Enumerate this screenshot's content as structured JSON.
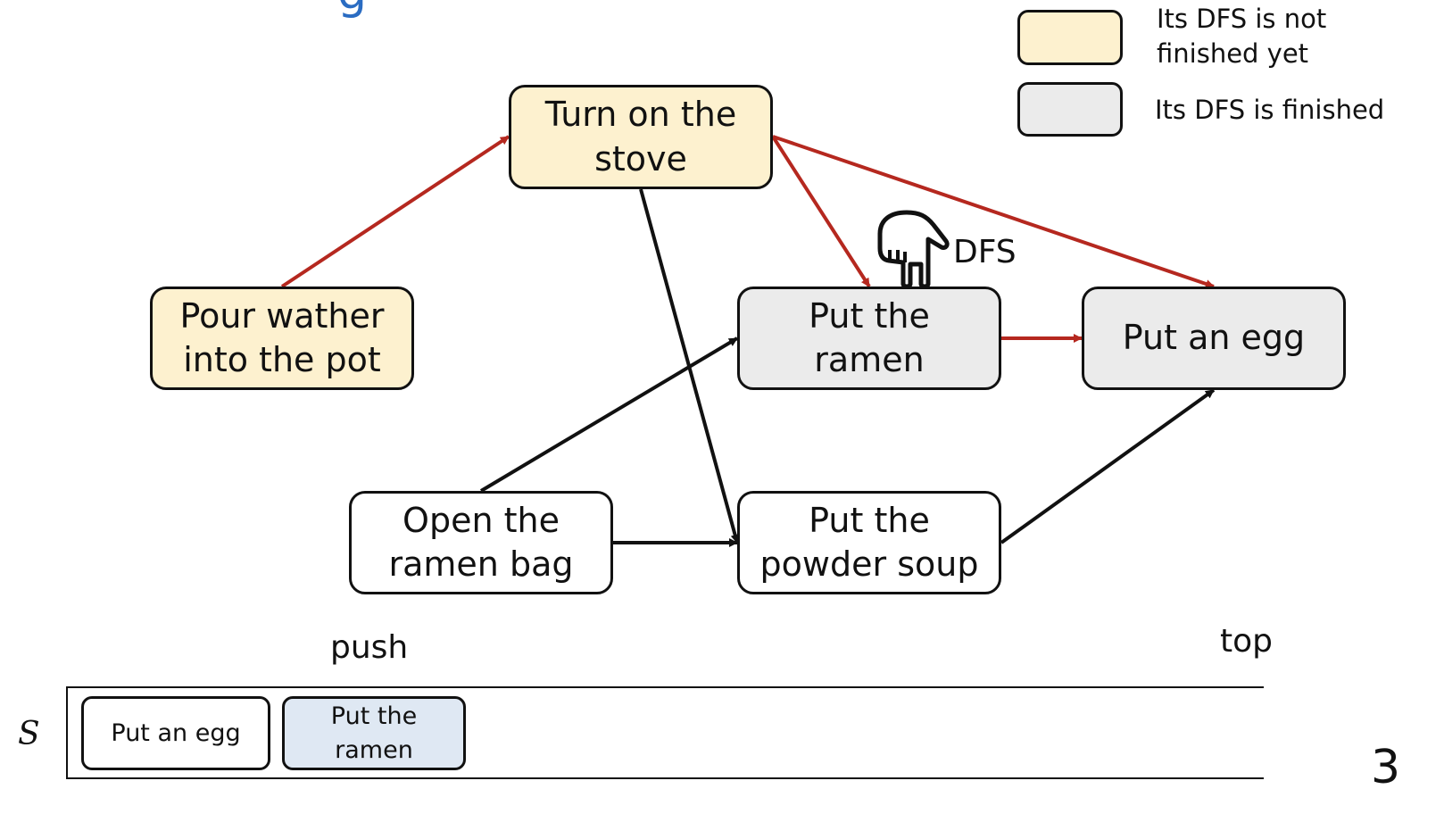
{
  "heading_fragment": "g",
  "colors": {
    "unfinished": "#fdf1cf",
    "finished": "#ebebeb",
    "highlight": "#dfe8f3",
    "dfs_edge": "#b5281f",
    "edge": "#111111",
    "heading": "#2a6cc2"
  },
  "legend": [
    {
      "state": "unfinished",
      "text": "Its DFS is not\nfinished yet"
    },
    {
      "state": "finished",
      "text": "Its DFS is finished"
    }
  ],
  "nodes": {
    "pour_water": {
      "label": "Pour wather\ninto the pot",
      "state": "unfinished"
    },
    "turn_on_stove": {
      "label": "Turn on the\nstove",
      "state": "unfinished"
    },
    "put_ramen": {
      "label": "Put the\nramen",
      "state": "finished"
    },
    "put_egg": {
      "label": "Put an egg",
      "state": "finished"
    },
    "open_bag": {
      "label": "Open the\nramen bag",
      "state": "plain"
    },
    "powder_soup": {
      "label": "Put the\npowder soup",
      "state": "plain"
    }
  },
  "edges": [
    {
      "from": "pour_water",
      "to": "turn_on_stove",
      "visited": true
    },
    {
      "from": "turn_on_stove",
      "to": "put_ramen",
      "visited": true
    },
    {
      "from": "turn_on_stove",
      "to": "put_egg",
      "visited": true
    },
    {
      "from": "put_ramen",
      "to": "put_egg",
      "visited": true
    },
    {
      "from": "turn_on_stove",
      "to": "powder_soup",
      "visited": false
    },
    {
      "from": "open_bag",
      "to": "put_ramen",
      "visited": false
    },
    {
      "from": "open_bag",
      "to": "powder_soup",
      "visited": false
    },
    {
      "from": "powder_soup",
      "to": "put_egg",
      "visited": false
    }
  ],
  "pointer": {
    "icon": "pointing-hand-icon",
    "label": "DFS"
  },
  "stack": {
    "name": "S",
    "push_label": "push",
    "top_label": "top",
    "items": [
      {
        "label": "Put an egg",
        "highlight": false
      },
      {
        "label": "Put the\nramen",
        "highlight": true
      }
    ]
  },
  "page_number": "3"
}
